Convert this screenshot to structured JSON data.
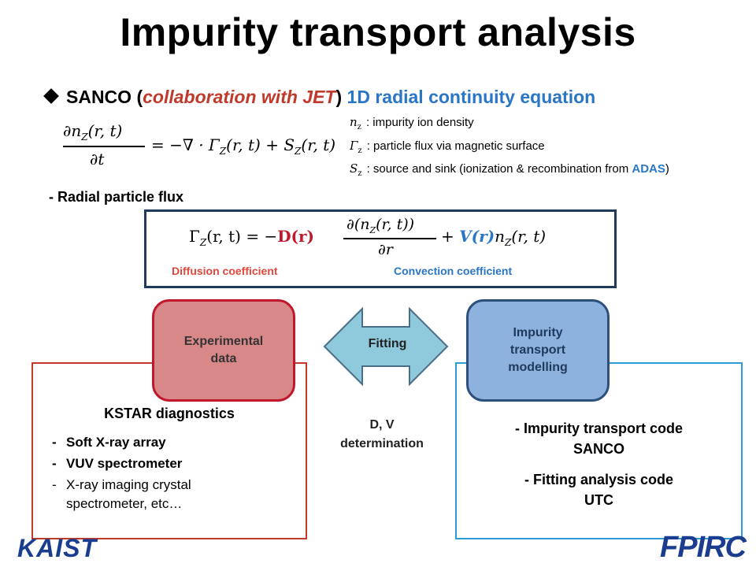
{
  "title": "Impurity transport analysis",
  "subtitle": {
    "part1": "SANCO (",
    "italic": "collaboration with JET",
    "part2": ") ",
    "blue": "1D radial continuity equation"
  },
  "equation1": {
    "lhs_numerator": "∂n",
    "lhs_sub": "Z",
    "lhs_args": "(r, t)",
    "lhs_denominator": "∂t",
    "rhs": "= −∇ · Γ",
    "rhs_sub": "Z",
    "rhs_args": "(r, t) + S",
    "rhs_sub2": "Z",
    "rhs_args2": "(r, t)"
  },
  "legend": [
    {
      "symbol": "n",
      "sub": "z",
      "text": ": impurity ion density"
    },
    {
      "symbol": "Γ",
      "sub": "z",
      "text": ": particle flux via magnetic surface"
    },
    {
      "symbol": "S",
      "sub": "z",
      "text_before": ": source and sink (ionization & recombination from ",
      "highlight": "ADAS",
      "text_after": ")"
    }
  ],
  "radial_label": "- Radial particle flux",
  "equation2": {
    "lhs": "Γ",
    "lhs_sub": "Z",
    "lhs_args": "(r, t) = −",
    "diff": "D(r)",
    "frac_num": "∂(n",
    "frac_num_sub": "Z",
    "frac_num_args": "(r, t))",
    "frac_den": "∂r",
    "plus": "+",
    "conv": "V(r)",
    "tail": "n",
    "tail_sub": "Z",
    "tail_args": "(r, t)"
  },
  "diffusion_label": "Diffusion coefficient",
  "convection_label": "Convection coefficient",
  "experimental_card": {
    "line1": "Experimental",
    "line2": "data"
  },
  "model_card": {
    "line1": "Impurity",
    "line2": "transport",
    "line3": "modelling"
  },
  "fitting_label": "Fitting",
  "dv_label": {
    "line1": "D, V",
    "line2": "determination"
  },
  "kstar": {
    "title": "KSTAR diagnostics",
    "items": [
      {
        "text": "Soft X-ray array",
        "bold": true
      },
      {
        "text": "VUV spectrometer",
        "bold": true
      },
      {
        "text": "X-ray imaging crystal",
        "bold": false
      },
      {
        "text": "spectrometer, etc…",
        "bold": false
      }
    ]
  },
  "codes": {
    "line1": "- Impurity transport code",
    "line2": "SANCO",
    "line3": "- Fitting analysis code",
    "line4": "UTC"
  },
  "logos": {
    "left": "KAIST",
    "right": "FPIRC"
  },
  "colors": {
    "red_accent": "#c0182a",
    "blue_accent": "#2a76c6",
    "exp_card_fill": "#d9888a",
    "model_card_fill": "#8db2de",
    "arrow_fill": "#8ec9dc"
  }
}
